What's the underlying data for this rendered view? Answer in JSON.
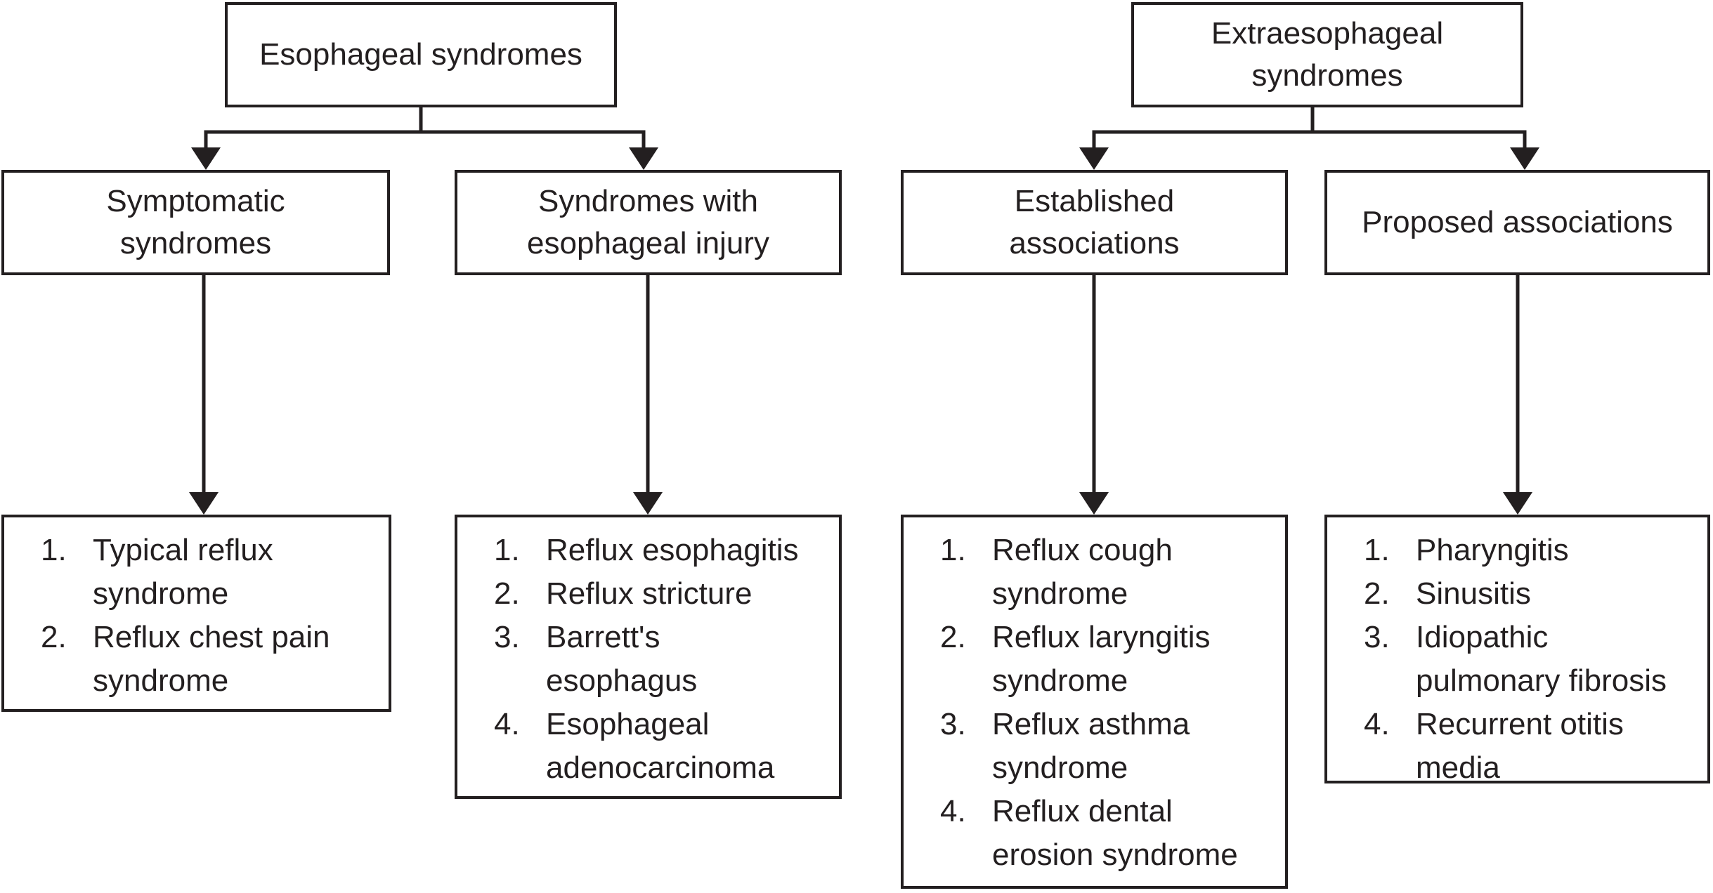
{
  "diagram": {
    "colors": {
      "line": "#231f20",
      "text": "#231f20",
      "background": "#ffffff"
    },
    "tree_left": {
      "root": {
        "label": "Esophageal syndromes"
      },
      "children": [
        {
          "label": "Symptomatic\nsyndromes",
          "items": [
            {
              "num": "1.",
              "text": "Typical reflux\nsyndrome"
            },
            {
              "num": "2.",
              "text": "Reflux chest pain\nsyndrome"
            }
          ]
        },
        {
          "label": "Syndromes with\nesophageal injury",
          "items": [
            {
              "num": "1.",
              "text": "Reflux esophagitis"
            },
            {
              "num": "2.",
              "text": "Reflux stricture"
            },
            {
              "num": "3.",
              "text": "Barrett's\nesophagus"
            },
            {
              "num": "4.",
              "text": "Esophageal\nadenocarcinoma"
            }
          ]
        }
      ]
    },
    "tree_right": {
      "root": {
        "label": "Extraesophageal\nsyndromes"
      },
      "children": [
        {
          "label": "Established\nassociations",
          "items": [
            {
              "num": "1.",
              "text": "Reflux cough\nsyndrome"
            },
            {
              "num": "2.",
              "text": "Reflux laryngitis\nsyndrome"
            },
            {
              "num": "3.",
              "text": "Reflux asthma\nsyndrome"
            },
            {
              "num": "4.",
              "text": "Reflux dental\nerosion syndrome"
            }
          ]
        },
        {
          "label": "Proposed associations",
          "items": [
            {
              "num": "1.",
              "text": "Pharyngitis"
            },
            {
              "num": "2.",
              "text": "Sinusitis"
            },
            {
              "num": "3.",
              "text": "Idiopathic\npulmonary fibrosis"
            },
            {
              "num": "4.",
              "text": "Recurrent otitis\nmedia"
            }
          ]
        }
      ]
    }
  }
}
